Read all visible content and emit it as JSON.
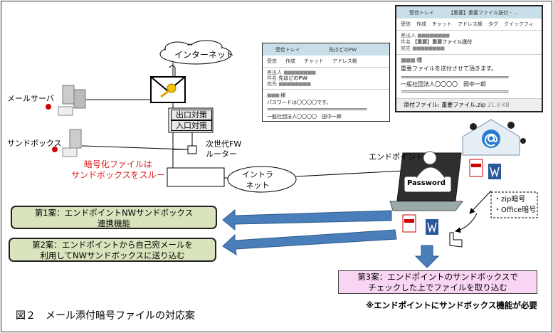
{
  "internet": "インターネット",
  "mail_server": "メールサーバ",
  "sandbox": "サンドボックス",
  "exit_measure": "出口対策",
  "entry_measure": "入口対策",
  "fw_router": [
    "次世代FW",
    "ルーター"
  ],
  "warning": [
    "暗号化ファイルは",
    "サンドボックスをスルー"
  ],
  "intranet": [
    "イントラ",
    "ネット"
  ],
  "endpoint": "エンドポイント",
  "password": "Password",
  "encryption_types": [
    "・zip暗号",
    "・Office暗号"
  ],
  "plans": [
    {
      "lines": [
        "第1案：エンドポイントNWサンドボックス",
        "連携機能"
      ]
    },
    {
      "lines": [
        "第2案：エンドポイントから自己宛メールを",
        "利用してNWサンドボックスに送り込む"
      ]
    },
    {
      "lines": [
        "第3案：エンドポイントのサンドボックスで",
        "チェックした上でファイルを取り込む"
      ]
    }
  ],
  "note": "※エンドポイントにサンドボックス機能が必要",
  "caption": "図２　メール添付暗号ファイルの対応案",
  "email_back": {
    "tab1": "受信トレイ",
    "tab2": "先ほどのPW",
    "toolbar": [
      "受信",
      "作成",
      "チャット",
      "アドレス帳"
    ],
    "from_label": "差出人",
    "subject_label": "件名",
    "subject": "先ほどのPW",
    "to_label": "宛先",
    "greeting": "様",
    "body": "パスワードは〇〇〇〇です。",
    "sep": "================================",
    "signature": "一般社団法人〇〇〇〇　田中一郎"
  },
  "email_front": {
    "tab1": "受信トレイ",
    "tab2": "【重要】重要ファイル送付 - ...",
    "toolbar": [
      "受信",
      "作成",
      "チャット",
      "アドレス帳",
      "タグ",
      "クイックフィ"
    ],
    "from_label": "差出人",
    "subject_label": "件名",
    "subject": "【重要】重要ファイル送付",
    "to_label": "宛先",
    "greeting": "様",
    "body": "重要ファイルを送付させて頂きます。",
    "sep": "================================",
    "signature": "一般社団法人〇〇〇〇　田中一郎",
    "attachment_label": "添付ファイル: 重要ファイル.zip",
    "attachment_size": "21.9 KB"
  },
  "colors": {
    "plan_fill": "#d9e4bd",
    "plan3_fill": "#f9d5f4",
    "arrow": "#4a7ebb",
    "warning": "#e02020"
  }
}
